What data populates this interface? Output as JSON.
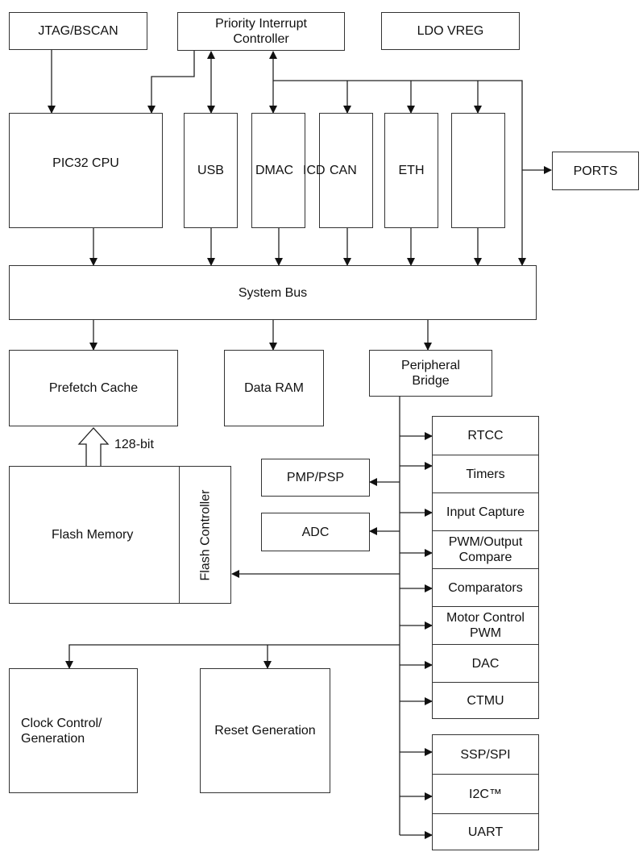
{
  "blocks": {
    "jtag": "JTAG/BSCAN",
    "pic": "Priority Interrupt Controller",
    "ldo": "LDO VREG",
    "cpu": "PIC32 CPU",
    "usb": "USB",
    "dmac": "DMAC",
    "icd": "ICD",
    "can": "CAN",
    "eth": "ETH",
    "ports": "PORTS",
    "system_bus": "System Bus",
    "prefetch_cache": "Prefetch Cache",
    "data_ram": "Data RAM",
    "peripheral_bridge": "Peripheral Bridge",
    "flash_memory": "Flash Memory",
    "flash_controller": "Flash Controller",
    "bus_width": "128-bit",
    "pmp_psp": "PMP/PSP",
    "adc": "ADC",
    "rtcc": "RTCC",
    "timers": "Timers",
    "input_capture": "Input Capture",
    "pwm_output_compare": "PWM/Output Compare",
    "comparators": "Comparators",
    "motor_control_pwm": "Motor Control PWM",
    "dac": "DAC",
    "ctmu": "CTMU",
    "ssp_spi": "SSP/SPI",
    "i2c": "I2C™",
    "uart": "UART",
    "clock_control": "Clock Control/ Generation",
    "reset_generation": "Reset Generation"
  }
}
